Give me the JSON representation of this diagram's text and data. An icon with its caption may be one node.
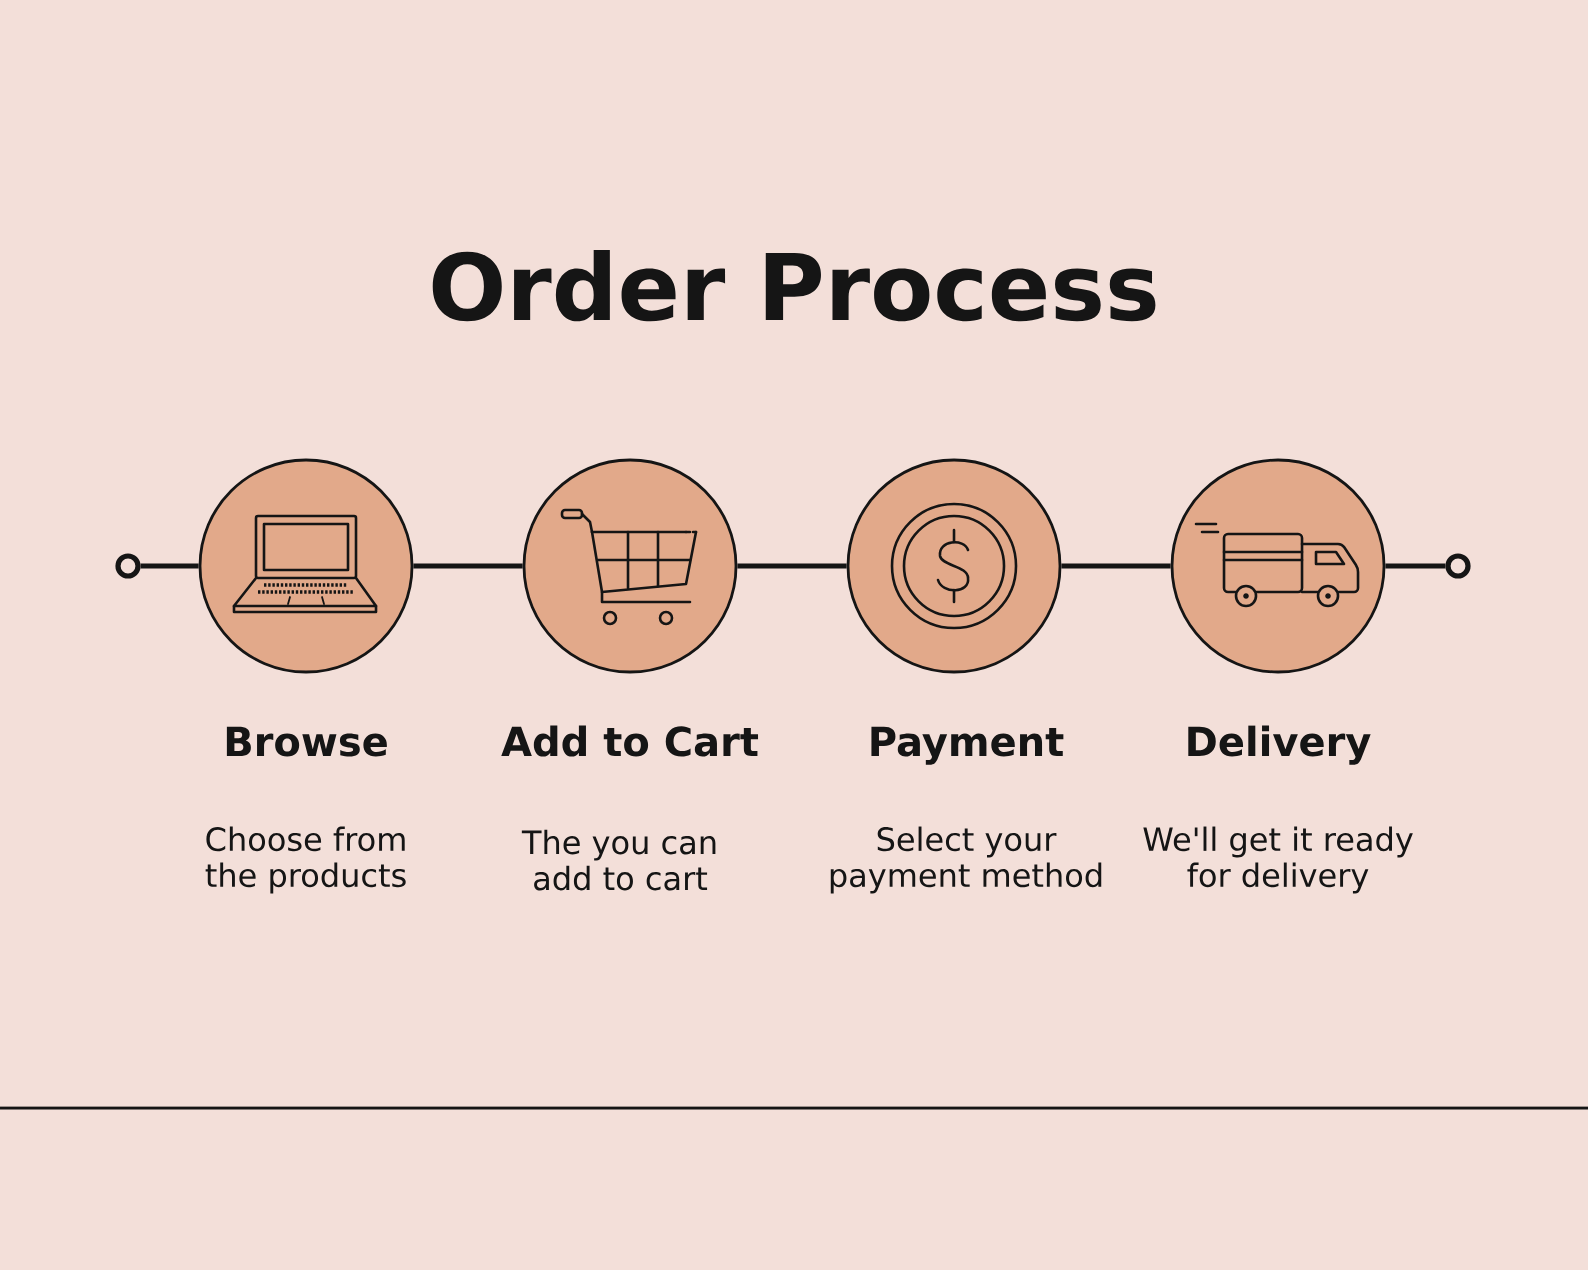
{
  "diagram": {
    "title": "Order Process",
    "nodes": [
      {
        "text": [],
        "shape": "circle"
      },
      {
        "text": [
          "Browse",
          "Choose from the products"
        ]
      },
      {
        "text": [
          "Add to Cart",
          "The you can add to cart"
        ]
      },
      {
        "text": [
          "Payment",
          "Select your payment method"
        ]
      },
      {
        "text": [
          "Delivery",
          "We'll get it ready for delivery"
        ]
      },
      {
        "text": [],
        "shape": "circle"
      }
    ],
    "edges": [
      {
        "from": 0,
        "to": 1,
        "arrow": "none"
      },
      {
        "from": 1,
        "to": 2,
        "arrow": "none"
      },
      {
        "from": 2,
        "to": 3,
        "arrow": "none"
      },
      {
        "from": 3,
        "to": 4,
        "arrow": "none"
      },
      {
        "from": 4,
        "to": 5,
        "arrow": "none"
      }
    ]
  }
}
